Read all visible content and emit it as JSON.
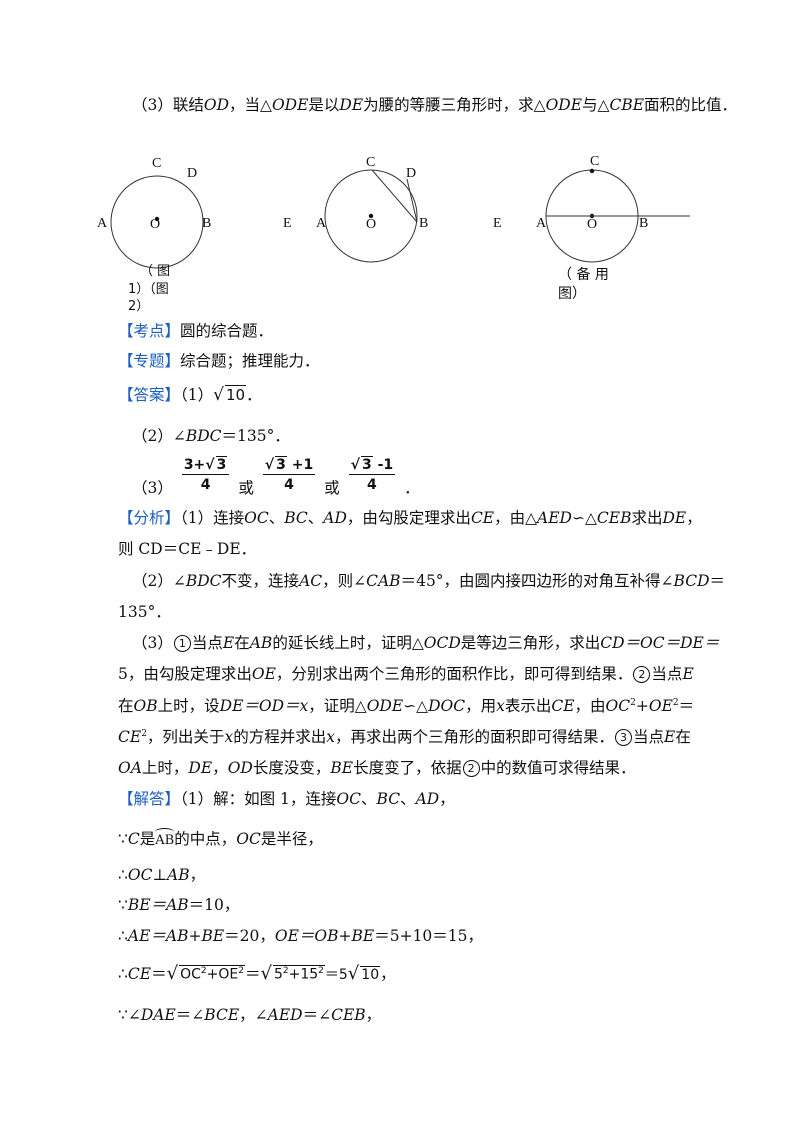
{
  "q3": {
    "text1": "（3）联结",
    "od": "OD",
    "text2": "，当△",
    "ode": "ODE",
    "text3": "是以",
    "de": "DE",
    "text4": "为腰的等腰三角形时，求△",
    "ode2": "ODE",
    "text5": "与△",
    "cbe": "CBE",
    "text6": "面积的比值．"
  },
  "figures": {
    "fig1": {
      "labels": {
        "C": "C",
        "D": "D",
        "A": "A",
        "B": "B",
        "O": "O"
      },
      "caption_l1": "（ 图",
      "caption_l2": "1）（图",
      "caption_l3": "2）"
    },
    "fig2": {
      "labels": {
        "E": "E",
        "A": "A",
        "O": "O",
        "B": "B",
        "C": "C",
        "D": "D"
      }
    },
    "fig3": {
      "labels": {
        "E": "E",
        "A": "A",
        "O": "O",
        "B": "B",
        "C": "C"
      },
      "caption_l1": "（ 备 用",
      "caption_l2": "图）"
    }
  },
  "kaodian": {
    "tag": "【考点】",
    "text": "圆的综合题．"
  },
  "zhuanti": {
    "tag": "【专题】",
    "text": "综合题；推理能力．"
  },
  "answer": {
    "tag": "【答案】",
    "p1_prefix": "（1）",
    "p1_rad": "10",
    "p1_suffix": "．",
    "p2_text1": "（2）∠",
    "p2_bdc": "BDC",
    "p2_text2": "＝135°．",
    "p3_prefix": "（3）",
    "f1_num_a": "3+",
    "f1_num_rad": "3",
    "f1_den": "4",
    "or1": "或",
    "f2_num_rad": "3",
    "f2_num_b": " +1",
    "f2_den": "4",
    "or2": "或",
    "f3_num_rad": "3",
    "f3_num_b": " -1",
    "f3_den": "4",
    "end": "．"
  },
  "analysis": {
    "tag": "【分析】",
    "l1": "（1）连接",
    "l1_oc": "OC",
    "l1_b": "、",
    "l1_bc": "BC",
    "l1_c": "、",
    "l1_ad": "AD",
    "l1_d": "，由勾股定理求出",
    "l1_ce": "CE",
    "l1_e": "，由△",
    "l1_aed": "AED",
    "l1_f": "∽△",
    "l1_ceb": "CEB",
    "l1_g": "求出",
    "l1_de": "DE",
    "l1_h": "，",
    "l2": "则 CD＝CE﹣DE．",
    "l3_a": "（2）∠",
    "l3_bdc": "BDC",
    "l3_b": "不变，连接",
    "l3_ac": "AC",
    "l3_c": "，则∠",
    "l3_cab": "CAB",
    "l3_d": "＝45°，由圆内接四边形的对角互补得∠",
    "l3_bcd": "BCD",
    "l3_e": "＝",
    "l4": "135°．",
    "l5_a": "（3）",
    "c1": "1",
    "l5_b": "当点",
    "l5_e": "E",
    "l5_c": "在",
    "l5_ab": "AB",
    "l5_d": "的延长线上时，证明△",
    "l5_ocd": "OCD",
    "l5_f": "是等边三角形，求出",
    "l5_cd": "CD＝OC＝DE＝",
    "l6_a": "5，由勾股定理求出",
    "l6_oe": "OE",
    "l6_b": "，分别求出两个三角形的面积作比，即可得到结果．",
    "c2": "2",
    "l6_c": "当点",
    "l6_e": "E",
    "l7_a": "在",
    "l7_ob": "OB",
    "l7_b": "上时，设",
    "l7_de": "DE＝OD＝x",
    "l7_c": "，证明△",
    "l7_ode": "ODE",
    "l7_d": "∽△",
    "l7_doc": "DOC",
    "l7_e": "，用",
    "l7_x": "x",
    "l7_f": "表示出",
    "l7_ce": "CE",
    "l7_g": "，由",
    "l7_oc": "OC",
    "l7_h": "+",
    "l7_oe": "OE",
    "l7_i": "＝",
    "l8_ce": "CE",
    "l8_a": "，列出关于",
    "l8_x": "x",
    "l8_b": "的方程并求出",
    "l8_x2": "x",
    "l8_c": "，再求出两个三角形的面积即可得结果．",
    "c3": "3",
    "l8_d": "当点",
    "l8_e": "E",
    "l8_f": "在",
    "l9_oa": "OA",
    "l9_a": "上时，",
    "l9_de": "DE",
    "l9_b": "，",
    "l9_od": "OD",
    "l9_c": "长度没变，",
    "l9_be": "BE",
    "l9_d": "长度变了，依据",
    "c4": "2",
    "l9_e": "中的数值可求得结果．"
  },
  "solution": {
    "tag": "【解答】",
    "l1": "（1）解：如图 1，连接",
    "l1_oc": "OC",
    "l1_b": "、",
    "l1_bc": "BC",
    "l1_c": "、",
    "l1_ad": "AD",
    "l1_d": "，",
    "l2_a": "∵",
    "l2_c": "C",
    "l2_b": "是",
    "l2_arc": "AB",
    "l2_d": "的中点，",
    "l2_oc": "OC",
    "l2_e": "是半径，",
    "l3_a": "∴",
    "l3_b": "OC⊥AB",
    "l3_c": "，",
    "l4_a": "∵",
    "l4_b": "BE＝AB",
    "l4_c": "＝10，",
    "l5_a": "∴",
    "l5_b": "AE＝AB+BE",
    "l5_c": "＝20，",
    "l5_d": "OE＝OB+BE",
    "l5_e": "＝5+10＝15，",
    "l6_a": "∴",
    "l6_b": "CE",
    "l6_c": "＝",
    "l6_r1": "OC",
    "l6_r1b": "+OE",
    "l6_eq": "＝",
    "l6_r2": "5",
    "l6_r2b": "+15",
    "l6_eq2": "＝5",
    "l6_r3": "10",
    "l6_end": "，",
    "l7_a": "∵∠",
    "l7_b": "DAE",
    "l7_c": "＝∠",
    "l7_d": "BCE",
    "l7_e": "，∠",
    "l7_f": "AED",
    "l7_g": "＝∠",
    "l7_h": "CEB",
    "l7_i": "，"
  }
}
